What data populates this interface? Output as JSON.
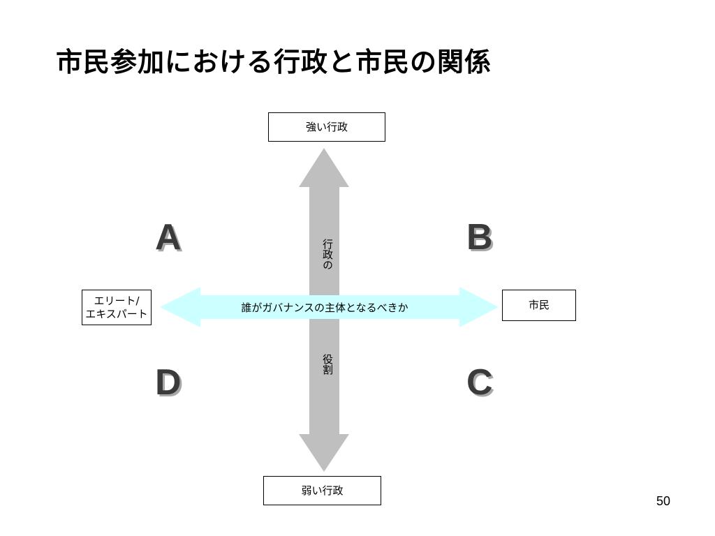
{
  "title": "市民参加における行政と市民の関係",
  "axes": {
    "top_label": "強い行政",
    "bottom_label": "弱い行政",
    "left_label_line1": "エリート/",
    "left_label_line2": "エキスパート",
    "right_label": "市民",
    "vertical_axis_upper_text": "行政の",
    "vertical_axis_lower_text": "役割",
    "horizontal_axis_text": "誰がガバナンスの主体となるべきか"
  },
  "quadrants": {
    "top_left": "A",
    "top_right": "B",
    "bottom_left": "D",
    "bottom_right": "C"
  },
  "colors": {
    "vertical_arrow": "#bfbfbf",
    "horizontal_arrow": "#ccffff",
    "quadrant_letter": "#3a3a3a",
    "quadrant_shadow": "#a8a8a8"
  },
  "page_number": "50"
}
